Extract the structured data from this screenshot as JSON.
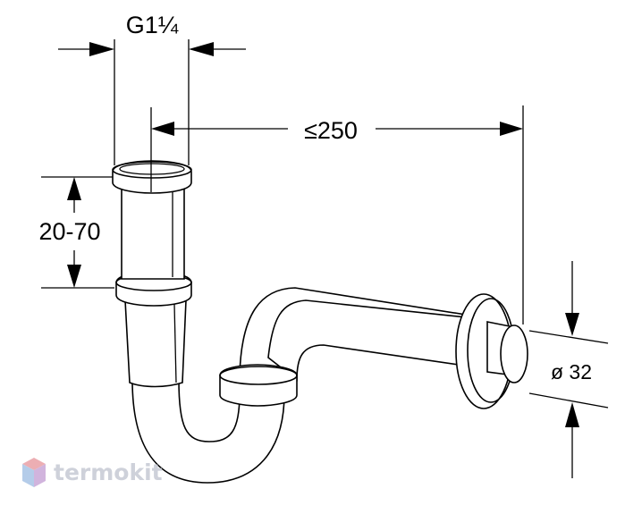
{
  "dimensions": {
    "thread": "G1¼",
    "max_length": "≤250",
    "height_range": "20-70",
    "diameter": "ø 32"
  },
  "watermark": {
    "text": "termokit",
    "colors": {
      "top": "#e9a1a6",
      "left": "#a8c4e6",
      "right": "#c9a7d8",
      "text": "#c6c9d4"
    }
  }
}
